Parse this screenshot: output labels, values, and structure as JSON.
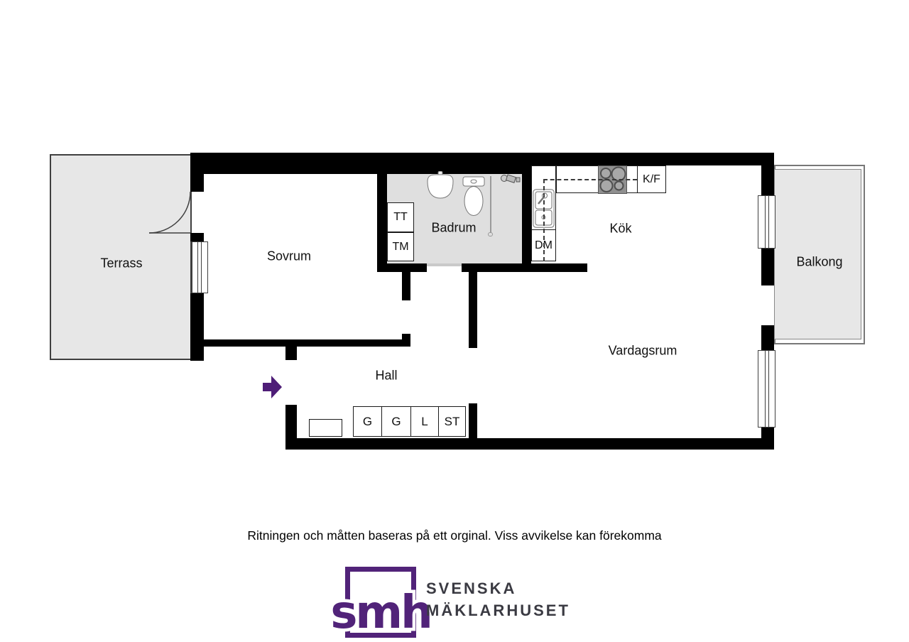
{
  "rooms": {
    "terrass": "Terrass",
    "sovrum": "Sovrum",
    "badrum": "Badrum",
    "kok": "Kök",
    "vardagsrum": "Vardagsrum",
    "hall": "Hall",
    "balkong": "Balkong"
  },
  "fixtures": {
    "tt": "TT",
    "tm": "TM",
    "dm": "DM",
    "kf": "K/F"
  },
  "closets": [
    {
      "label": "G"
    },
    {
      "label": "G"
    },
    {
      "label": "L"
    },
    {
      "label": "ST"
    }
  ],
  "footer": {
    "disclaimer": "Ritningen och måtten baseras på ett orginal. Viss avvikelse kan förekomma"
  },
  "logo": {
    "monogram": "smh",
    "line1": "SVENSKA",
    "line2": "MÄKLARHUSET"
  },
  "colors": {
    "accent_purple": "#512379",
    "wall_black": "#000000",
    "outdoor_floor_gray": "#e7e7e7",
    "bathroom_floor_gray": "#dfdfdf",
    "stove_gray": "#909090",
    "wordmark_gray": "#3a3a42"
  },
  "icons": {
    "entrance-arrow-icon": "right-pointing purple arrow",
    "door-swing-icon": "quarter-circle door arc",
    "stove-icon": "4-burner cooktop",
    "kitchen-sink-icon": "double-basin sink with faucet",
    "bathroom-sink-icon": "washbasin with tap",
    "toilet-icon": "toilet with tank",
    "shower-icon": "hand shower with rail",
    "window-icon": "double-line window symbol"
  }
}
